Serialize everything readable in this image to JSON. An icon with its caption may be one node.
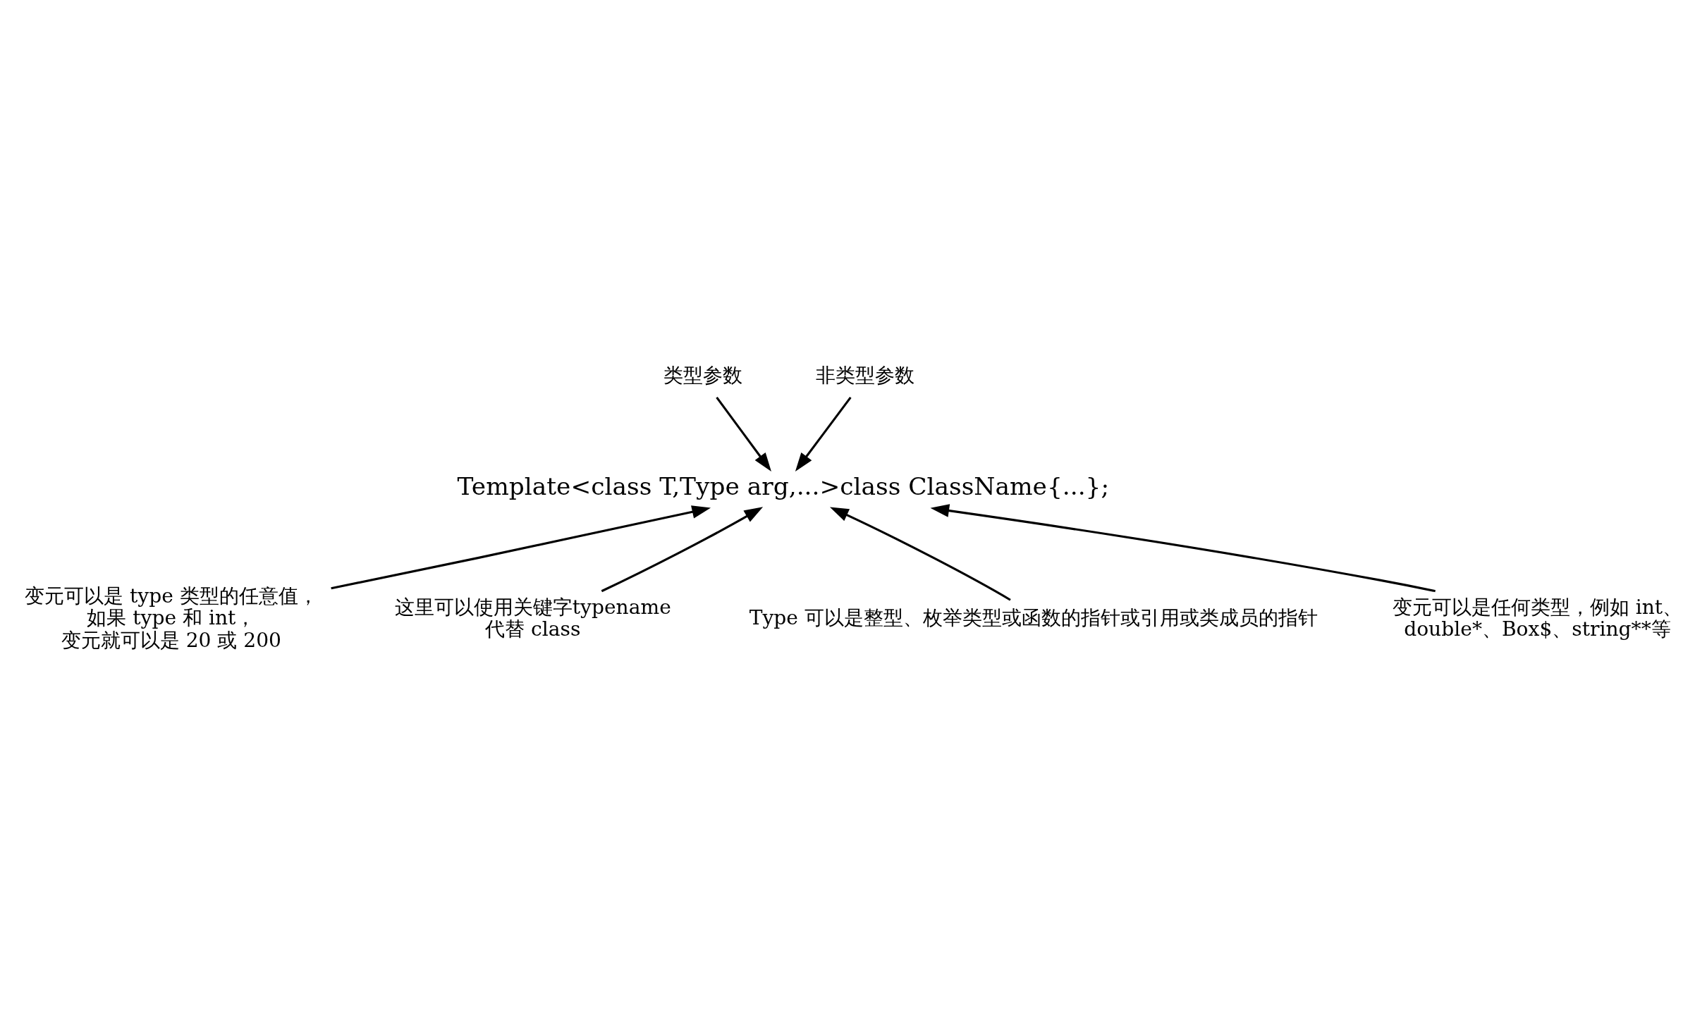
{
  "diagram": {
    "nodes": [
      {
        "text": [
          "类型参数"
        ]
      },
      {
        "text": [
          "非类型参数"
        ]
      },
      {
        "text": [
          "Template<class T,Type arg,...>class ClassName{...};"
        ]
      },
      {
        "text": [
          "变元可以是 type 类型的任意值，如果 type 和 int，变元就可以是 20 或 200"
        ]
      },
      {
        "text": [
          "这里可以使用关键字typename 代替 class"
        ]
      },
      {
        "text": [
          "Type 可以是整型、枚举类型或函数的指针或引用或类成员的指针"
        ]
      },
      {
        "text": [
          "变元可以是任何类型，例如 int、double*、Box$、string**等"
        ]
      }
    ],
    "edges": [
      {
        "from": 0,
        "to": 2,
        "arrow": "to"
      },
      {
        "from": 1,
        "to": 2,
        "arrow": "to"
      },
      {
        "from": 4,
        "to": 2,
        "arrow": "to"
      },
      {
        "from": 6,
        "to": 2,
        "arrow": "to"
      },
      {
        "from": 5,
        "to": 2,
        "arrow": "to"
      },
      {
        "from": 3,
        "to": 2,
        "arrow": "to"
      }
    ]
  }
}
